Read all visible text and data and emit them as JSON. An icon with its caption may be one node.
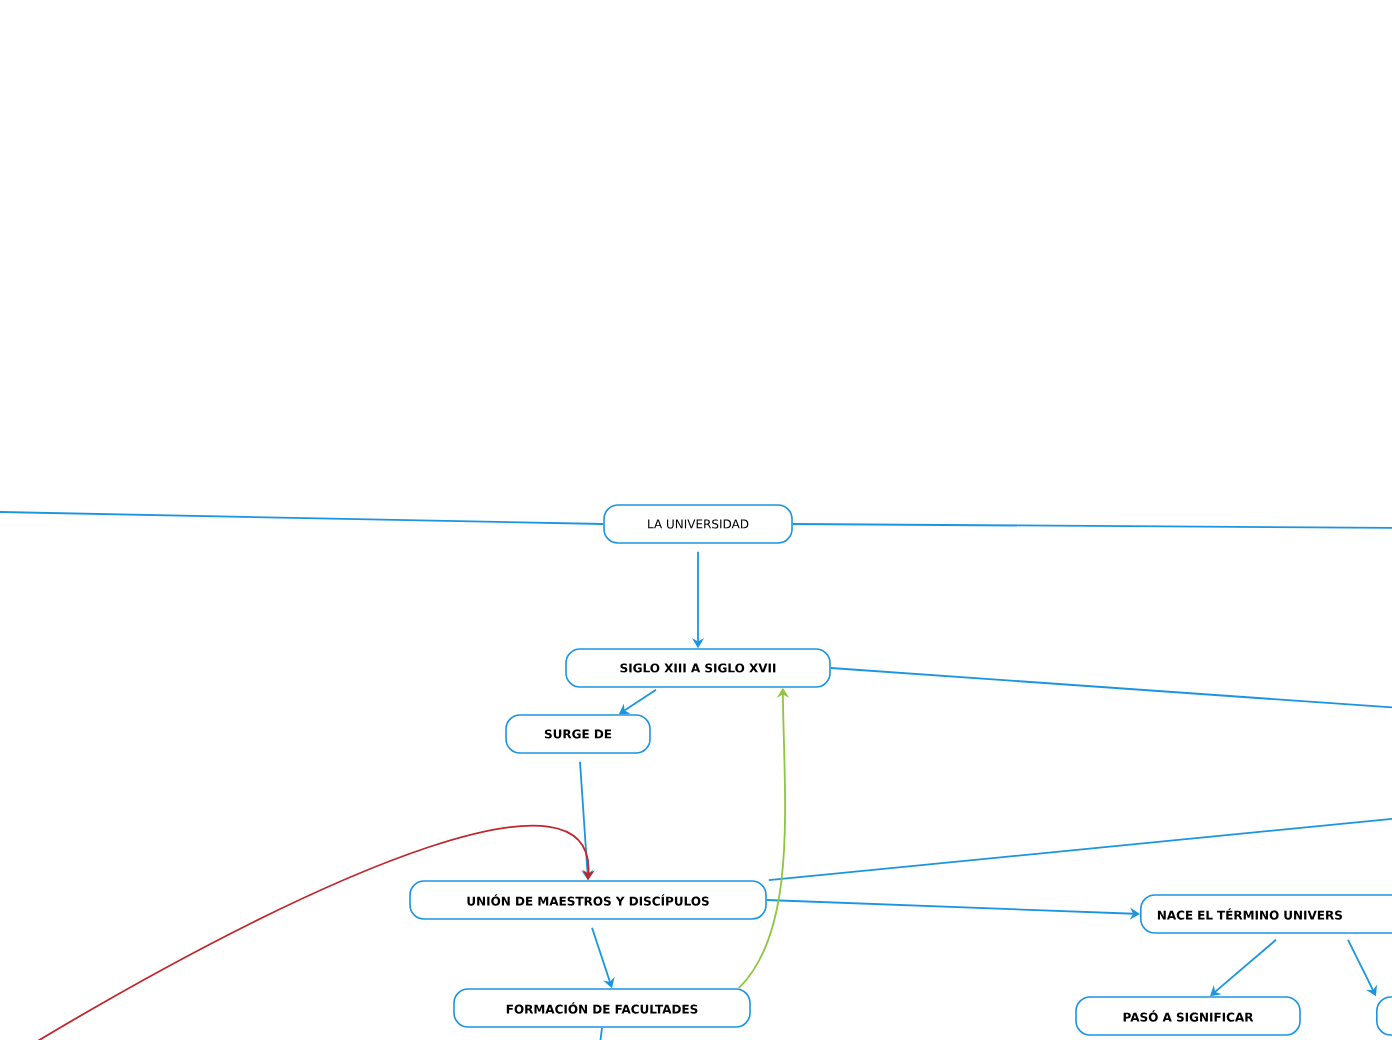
{
  "diagram": {
    "nodes": [
      {
        "text": [
          "LA UNIVERSIDAD"
        ]
      },
      {
        "text": [
          "SIGLO XIII A SIGLO XVII"
        ]
      },
      {
        "text": [
          "SURGE DE"
        ]
      },
      {
        "text": [
          "UNIÓN DE MAESTROS Y DISCÍPULOS"
        ]
      },
      {
        "text": [
          "FORMACIÓN DE FACULTADES"
        ]
      },
      {
        "text": [
          "NACE EL TÉRMINO UNIVERS"
        ]
      },
      {
        "text": [
          "PASÓ A SIGNIFICAR"
        ]
      },
      {
        "text": [],
        "shape": "box"
      }
    ],
    "edges": [
      {
        "from": 0,
        "to": 1,
        "arrow": "to"
      },
      {
        "from": 1,
        "to": 2,
        "arrow": "to"
      },
      {
        "from": 2,
        "to": 3,
        "arrow": "to"
      },
      {
        "from": 3,
        "to": 4,
        "arrow": "to"
      },
      {
        "from": 3,
        "to": 5,
        "arrow": "to"
      },
      {
        "from": 5,
        "to": 6,
        "arrow": "to"
      },
      {
        "from": 5,
        "to": 7,
        "arrow": "to"
      },
      {
        "from": 0,
        "to": null,
        "arrow": "none"
      },
      {
        "from": 0,
        "to": null,
        "arrow": "none"
      },
      {
        "from": 1,
        "to": null,
        "arrow": "none"
      },
      {
        "from": 3,
        "to": null,
        "arrow": "none"
      },
      {
        "from": null,
        "to": 3,
        "arrow": "to",
        "color": "#c0272d"
      },
      {
        "from": 4,
        "to": 1,
        "arrow": "to",
        "color": "#8dc63f"
      },
      {
        "from": 4,
        "to": null,
        "arrow": "none"
      }
    ]
  }
}
